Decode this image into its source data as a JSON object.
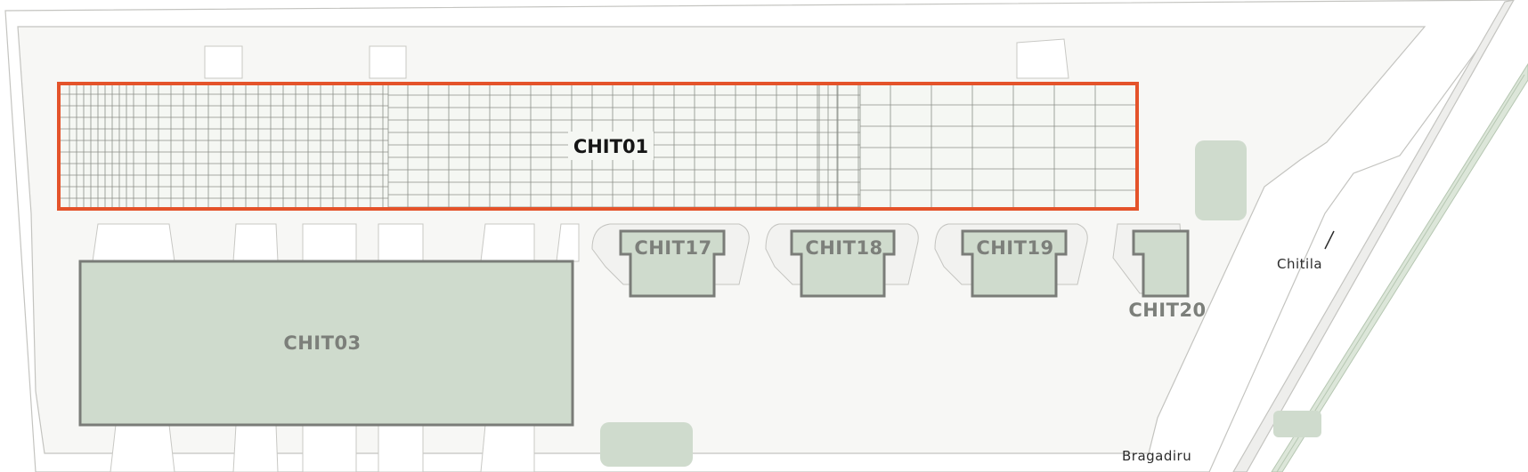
{
  "map": {
    "buildings": [
      {
        "id": "CHIT01",
        "label": "CHIT01",
        "selected": true
      },
      {
        "id": "CHIT03",
        "label": "CHIT03",
        "selected": false
      },
      {
        "id": "CHIT17",
        "label": "CHIT17",
        "selected": false
      },
      {
        "id": "CHIT18",
        "label": "CHIT18",
        "selected": false
      },
      {
        "id": "CHIT19",
        "label": "CHIT19",
        "selected": false
      },
      {
        "id": "CHIT20",
        "label": "CHIT20",
        "selected": false
      }
    ],
    "places": {
      "chitila": "Chitila",
      "bragadiru": "Bragadiru"
    }
  },
  "colors": {
    "building_fill": "#cfdbcd",
    "building_stroke": "#7a7c78",
    "selected_outline": "#e4532a",
    "site_fill": "#f7f7f5",
    "road_stroke": "#c4c4c0",
    "rail_fill": "#dce6d9"
  }
}
